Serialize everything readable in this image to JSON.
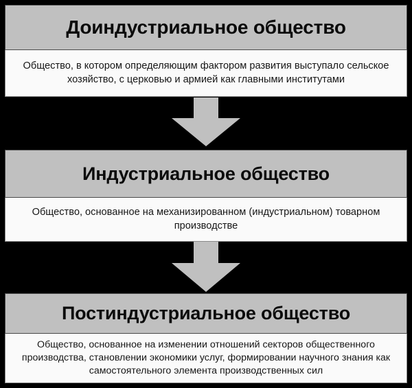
{
  "diagram": {
    "title_semantic": "types-of-society-progression",
    "colors": {
      "background": "#000000",
      "title_fill": "#c0c0c0",
      "title_border": "#4a4a4a",
      "desc_fill": "#fafafa",
      "desc_border": "#8a8a8a",
      "arrow_fill": "#c0c0c0",
      "text": "#0b0b0b"
    },
    "stages": [
      {
        "title": "Доиндустриальное общество",
        "description": "Общество,  в котором определяющим фактором развития выступало сельское хозяйство, с церковью  и армией как главными институтами"
      },
      {
        "title": "Индустриальное общество",
        "description": "Общество, основанное на механизированном (индустриальном) товарном производстве"
      },
      {
        "title": "Постиндустриальное общество",
        "description": "Общество, основанное на изменении отношений секторов общественного производства, становлении экономики услуг, формировании научного знания как самостоятельного элемента производственных сил"
      }
    ],
    "connectors": [
      {
        "icon": "arrow-down-icon",
        "from": "Доиндустриальное общество",
        "to": "Индустриальное общество"
      },
      {
        "icon": "arrow-down-icon",
        "from": "Индустриальное общество",
        "to": "Постиндустриальное общество"
      }
    ]
  }
}
